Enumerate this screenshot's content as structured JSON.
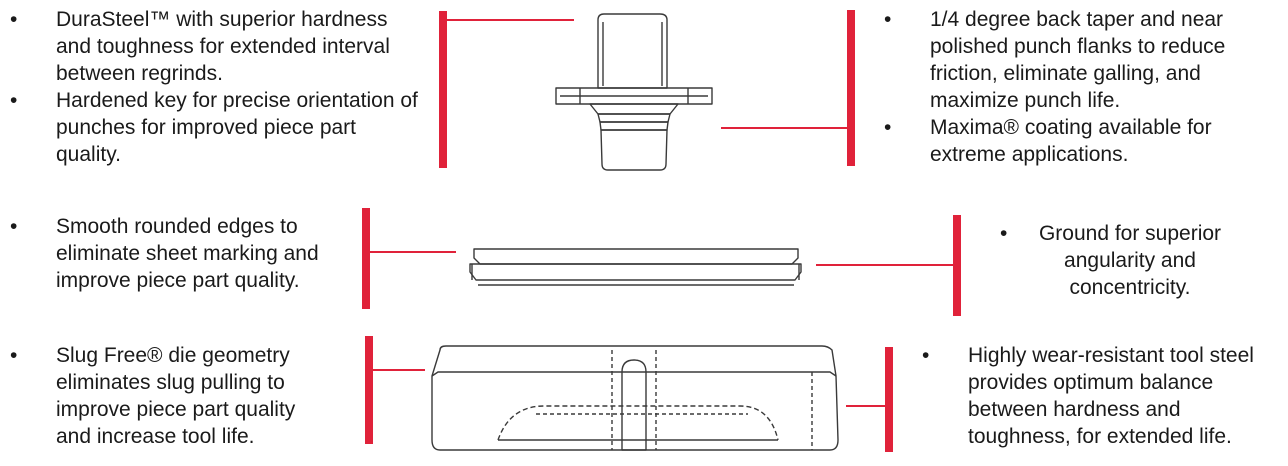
{
  "colors": {
    "callout": "#e0223a",
    "outline": "#3a3a3a",
    "text": "#1a1a1a"
  },
  "bullet": "•",
  "punch": {
    "left": [
      "DuraSteel™ with superior hardness and toughness for extended interval between regrinds.",
      "Hardened key for precise orientation of punches for improved piece part quality."
    ],
    "right": [
      "1/4 degree back taper and near polished punch flanks to reduce friction, eliminate galling, and maximize punch life.",
      "Maxima® coating available for extreme applications."
    ]
  },
  "stripper": {
    "left": [
      "Smooth rounded edges to eliminate sheet marking and improve piece part quality."
    ],
    "right": [
      "Ground for superior angularity and concentricity."
    ]
  },
  "die": {
    "left": [
      "Slug Free® die geometry eliminates slug pulling to improve piece part quality and increase tool life."
    ],
    "right": [
      "Highly wear-resistant tool steel provides optimum balance between hardness and toughness, for extended life."
    ]
  }
}
